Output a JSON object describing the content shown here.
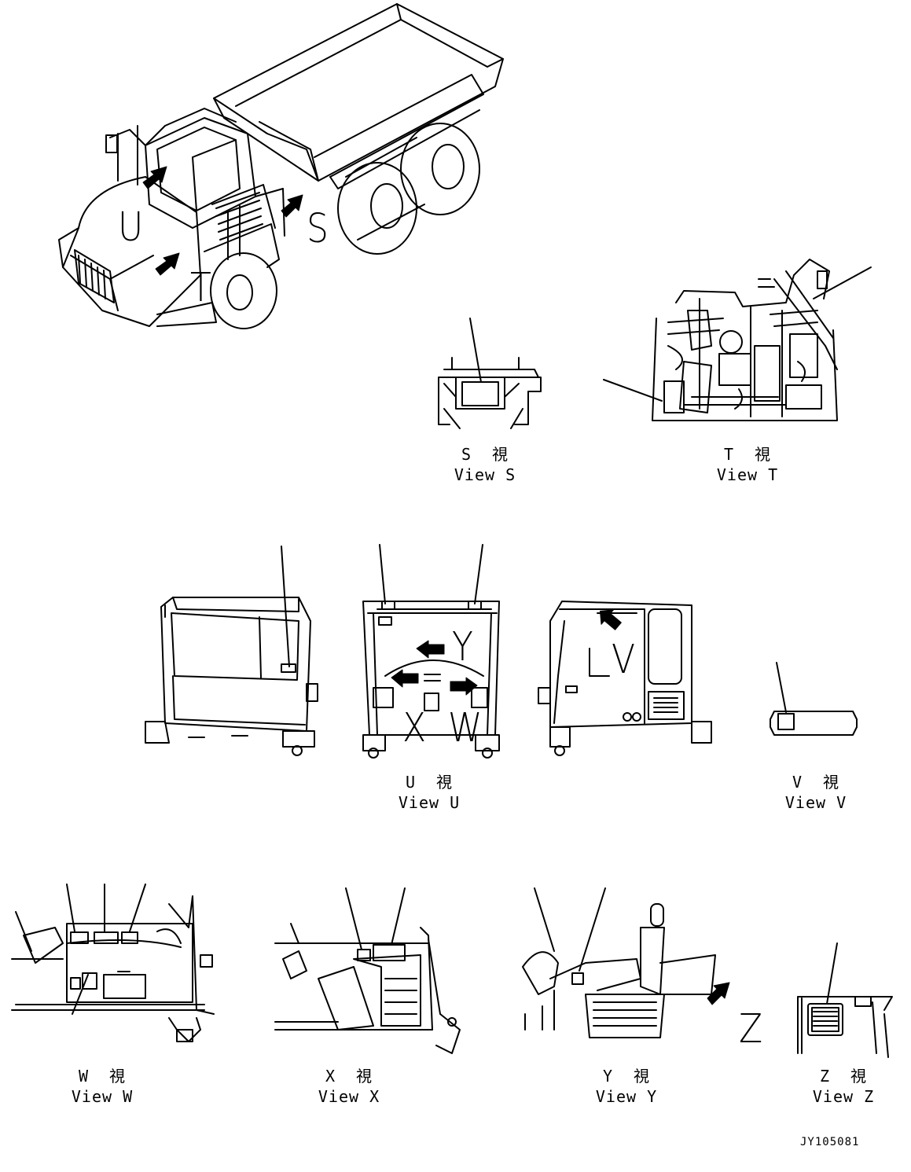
{
  "views": {
    "s": {
      "jp": "S  視",
      "en": "View S"
    },
    "t": {
      "jp": "T  視",
      "en": "View T"
    },
    "u": {
      "jp": "U  視",
      "en": "View U"
    },
    "v": {
      "jp": "V  視",
      "en": "View V"
    },
    "w": {
      "jp": "W  視",
      "en": "View W"
    },
    "x": {
      "jp": "X  視",
      "en": "View X"
    },
    "y": {
      "jp": "Y  視",
      "en": "View Y"
    },
    "z": {
      "jp": "Z  視",
      "en": "View Z"
    }
  },
  "callouts": {
    "s": "S",
    "t": "T",
    "u": "U",
    "v": "V",
    "w": "W",
    "x": "X",
    "y": "Y",
    "z": "Z"
  },
  "drawing_code": "JY105081"
}
